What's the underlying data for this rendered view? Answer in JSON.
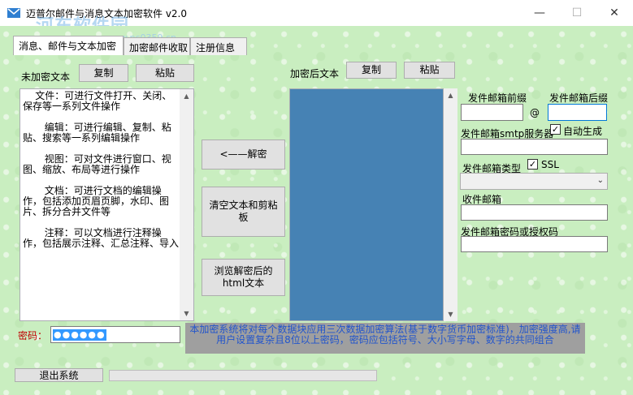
{
  "window": {
    "title": "迈普尔邮件与消息文本加密软件 v2.0",
    "watermark": "河东软件园",
    "watermark_url": "www.pc0359.cn",
    "controls": {
      "minimize": "—",
      "maximize": "☐",
      "close": "✕"
    }
  },
  "tabs": [
    {
      "label": "消息、邮件与文本加密",
      "active": true
    },
    {
      "label": "加密邮件收取",
      "active": false
    },
    {
      "label": "注册信息",
      "active": false
    }
  ],
  "left": {
    "label": "未加密文本",
    "copy_label": "复制",
    "paste_label": "粘贴",
    "text": "    文件：可进行文件打开、关闭、保存等一系列文件操作\n\n       编辑：可进行编辑、复制、粘贴、搜索等一系列编辑操作\n\n       视图：可对文件进行窗口、视图、缩放、布局等进行操作\n\n       文档：可进行文档的编辑操作，包括添加页眉页脚，水印、图片、拆分合并文件等\n\n       注释：可以文档进行注释操作，包括展示注释、汇总注释、导入"
  },
  "middle": {
    "decrypt_label": "<——解密",
    "clear_label": "清空文本和剪粘板",
    "browse_label": "浏览解密后的html文本"
  },
  "right": {
    "label": "加密后文本",
    "copy_label": "复制",
    "paste_label": "粘贴"
  },
  "email": {
    "prefix_label": "发件邮箱前缀",
    "suffix_label": "发件邮箱后缀",
    "at_symbol": "@",
    "smtp_label": "发件邮箱smtp服务器",
    "auto_label": "自动生成",
    "auto_checked": "✓",
    "type_label": "发件邮箱类型",
    "ssl_label": "SSL",
    "ssl_checked": "✓",
    "receiver_label": "收件邮箱",
    "password_label": "发件邮箱密码或授权码",
    "dropdown_arrow": "⌄"
  },
  "password": {
    "label": "密码：",
    "mask": "●●●●●●"
  },
  "info": "本加密系统将对每个数据块应用三次数据加密算法(基于数字货币加密标准)，加密强度高,请用户设置复杂且8位以上密码，密码应包括符号、大小写字母、数字的共同组合",
  "footer": {
    "exit_label": "退出系统"
  },
  "colors": {
    "background": "#c9eec0",
    "encrypted_area": "#4682b4",
    "info_box": "#9f9f9f",
    "info_text": "#2255cc",
    "password_mask": "#3399ff"
  }
}
